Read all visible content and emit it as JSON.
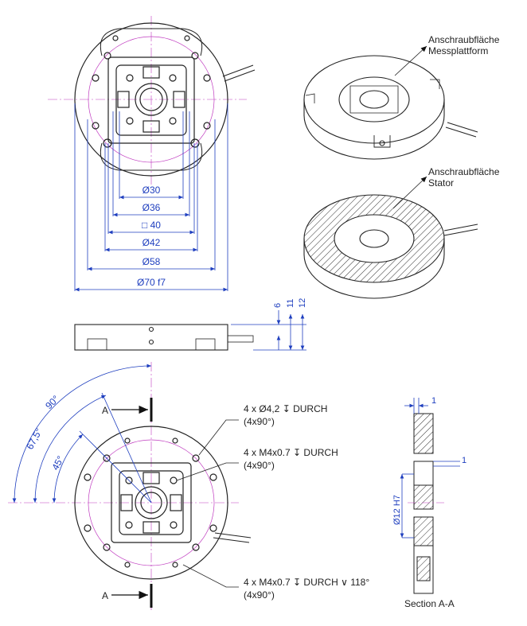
{
  "top_view": {
    "dims": {
      "d30": "Ø30",
      "d36": "Ø36",
      "sq40": "□ 40",
      "d42": "Ø42",
      "d58": "Ø58",
      "d70": "Ø70 f7"
    }
  },
  "iso_top": {
    "label_line1": "Anschraubfläche",
    "label_line2": "Messplattform"
  },
  "iso_bottom": {
    "label_line1": "Anschraubfläche",
    "label_line2": "Stator"
  },
  "side_view": {
    "h6": "6",
    "h11": "11",
    "h12": "12"
  },
  "bottom_view": {
    "angle_90": "90°",
    "angle_675": "67,5°",
    "angle_45": "45°",
    "section_a_top": "A",
    "section_a_bottom": "A",
    "note1_line1": "4 x Ø4,2 ↧ DURCH",
    "note1_line2": "(4x90°)",
    "note2_line1": "4 x M4x0.7 ↧ DURCH",
    "note2_line2": "(4x90°)",
    "note3_line1": "4 x M4x0.7 ↧ DURCH ∨ 118°",
    "note3_line2": "(4x90°)"
  },
  "section_view": {
    "dim_top": "1",
    "dim_right": "1",
    "dim_bore": "Ø12 H7",
    "caption": "Section A-A"
  },
  "colors": {
    "dimension": "#1f3fbf",
    "centerline": "#c03cc0",
    "outline": "#222222"
  }
}
